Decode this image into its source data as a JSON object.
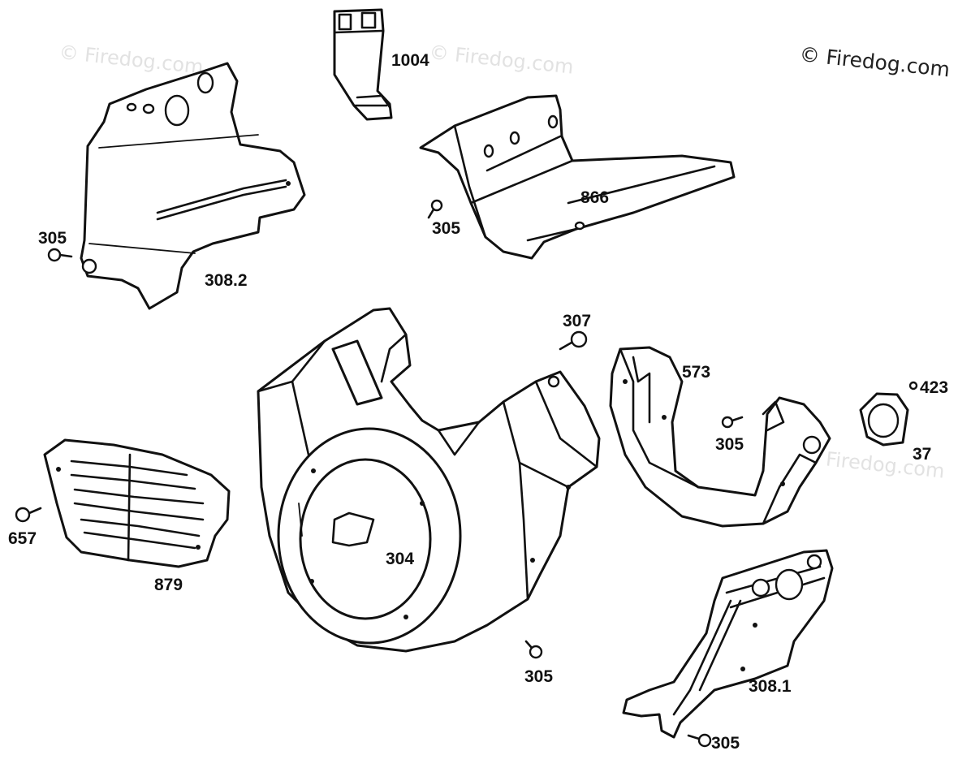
{
  "watermarks": {
    "main": "© Firedog.com",
    "faint": "© Firedog.com"
  },
  "parts": {
    "p1004": "1004",
    "p305_a": "305",
    "p305_b": "305",
    "p305_c": "305",
    "p305_d": "305",
    "p305_e": "305",
    "p308_2": "308.2",
    "p866": "866",
    "p307": "307",
    "p573": "573",
    "p423": "423",
    "p37": "37",
    "p657": "657",
    "p879": "879",
    "p304": "304",
    "p308_1": "308.1"
  }
}
